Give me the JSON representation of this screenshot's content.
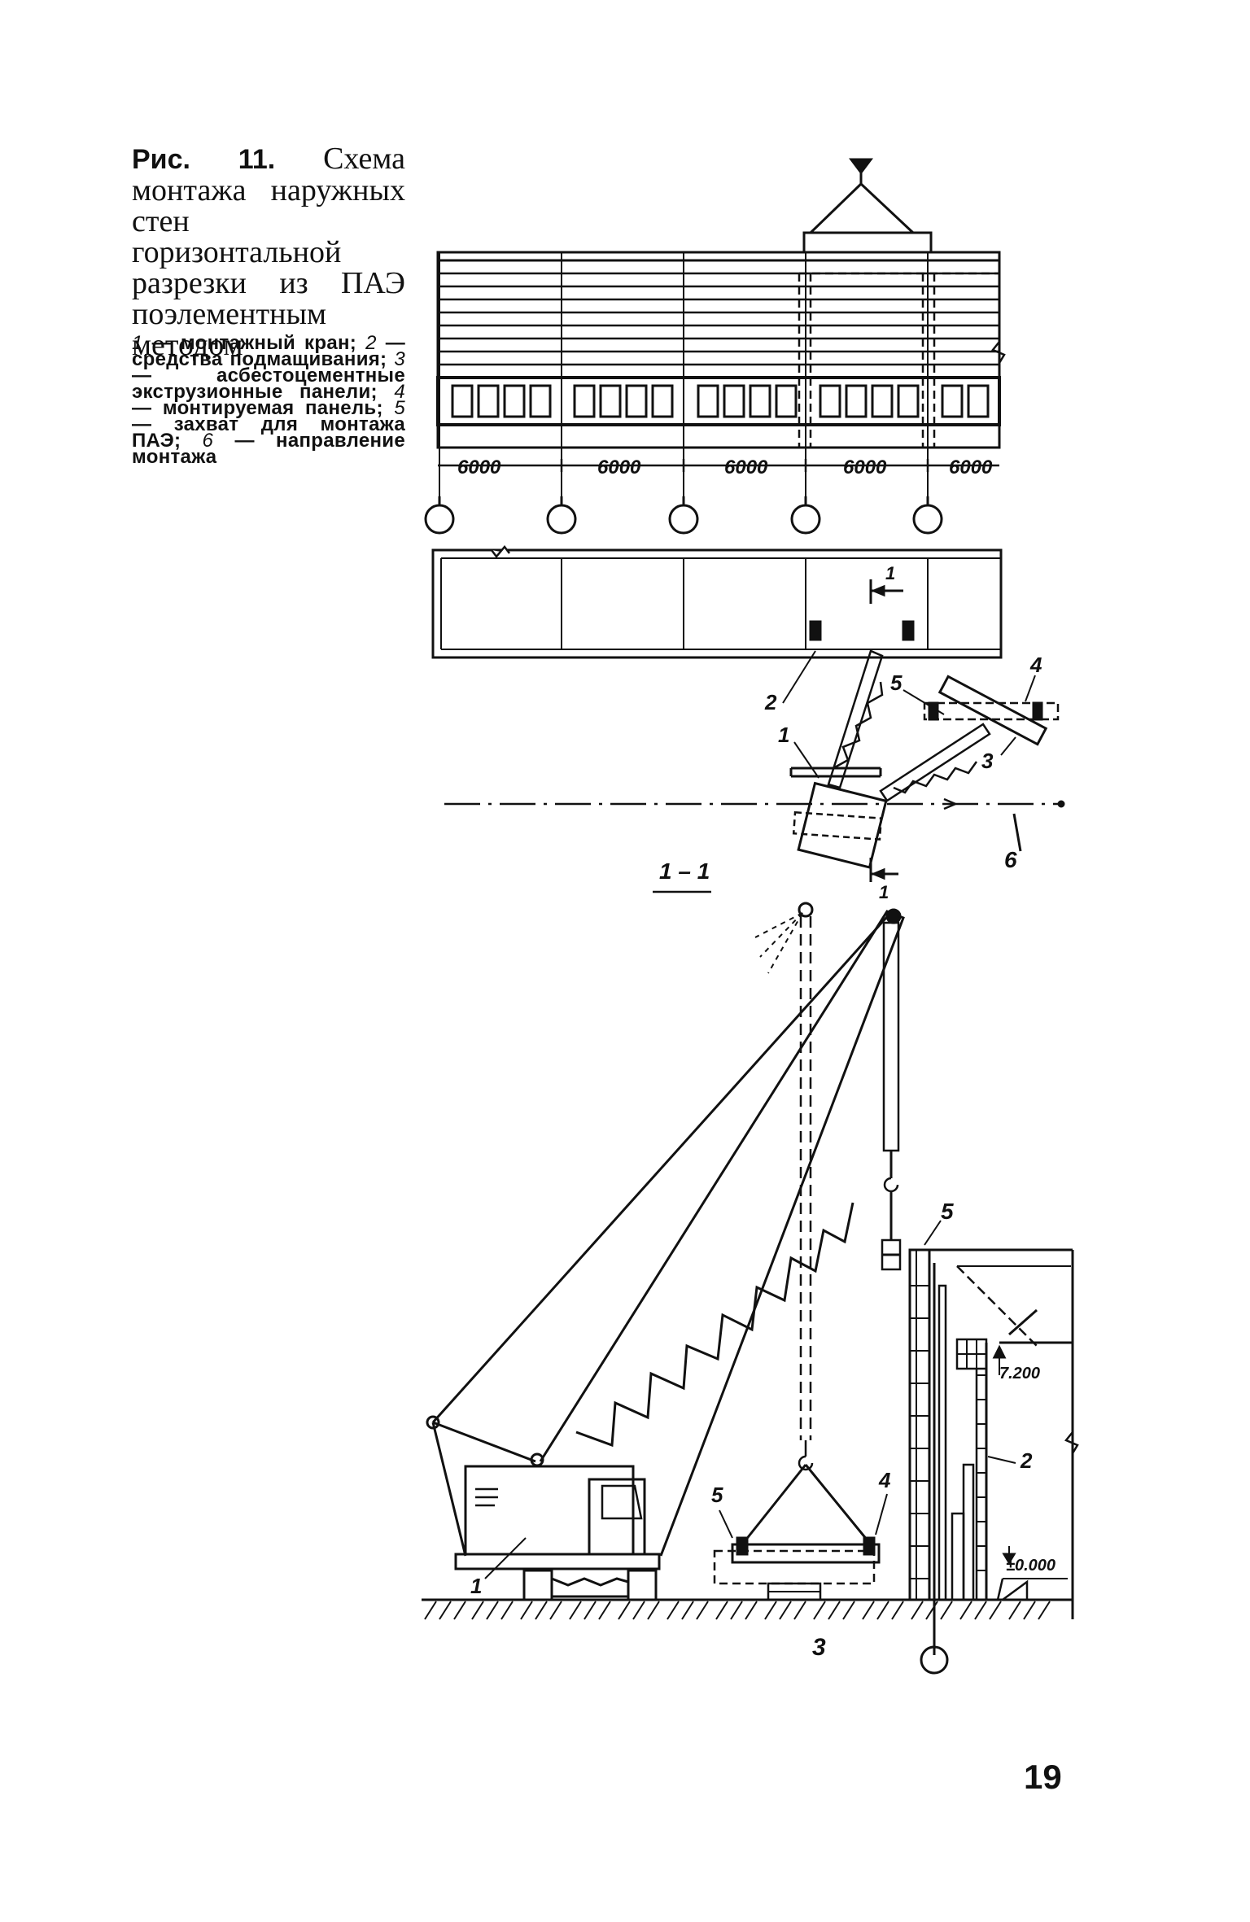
{
  "caption": {
    "figure_label": "Рис. 11.",
    "title_text": "Схема монтажа наружных стен горизонтальной разрезки из ПАЭ поэлементным методом"
  },
  "legend": [
    {
      "num": "1",
      "text": "монтажный кран;"
    },
    {
      "num": "2",
      "text": "средства подмащивания;"
    },
    {
      "num": "3",
      "text": "асбестоцементные экструзионные панели;"
    },
    {
      "num": "4",
      "text": "монтируемая панель;"
    },
    {
      "num": "5",
      "text": "захват для монтажа ПАЭ;"
    },
    {
      "num": "6",
      "text": "направление монтажа"
    }
  ],
  "plan": {
    "spans": [
      "6000",
      "6000",
      "6000",
      "6000",
      "6000"
    ],
    "section_mark": "1",
    "labels": {
      "scaffold": "2",
      "crane": "1",
      "grip": "5",
      "panel_mounted": "4",
      "panels_stack": "3",
      "direction": "6"
    }
  },
  "section": {
    "title": "1 – 1",
    "labels": {
      "crane": "1",
      "grip_top": "5",
      "grip_left": "5",
      "panel": "4",
      "scaffold": "2",
      "panels": "3",
      "crane_body": "1"
    },
    "elevations": {
      "top": "7.200",
      "ground": "±0.000"
    }
  },
  "page_number": "19"
}
